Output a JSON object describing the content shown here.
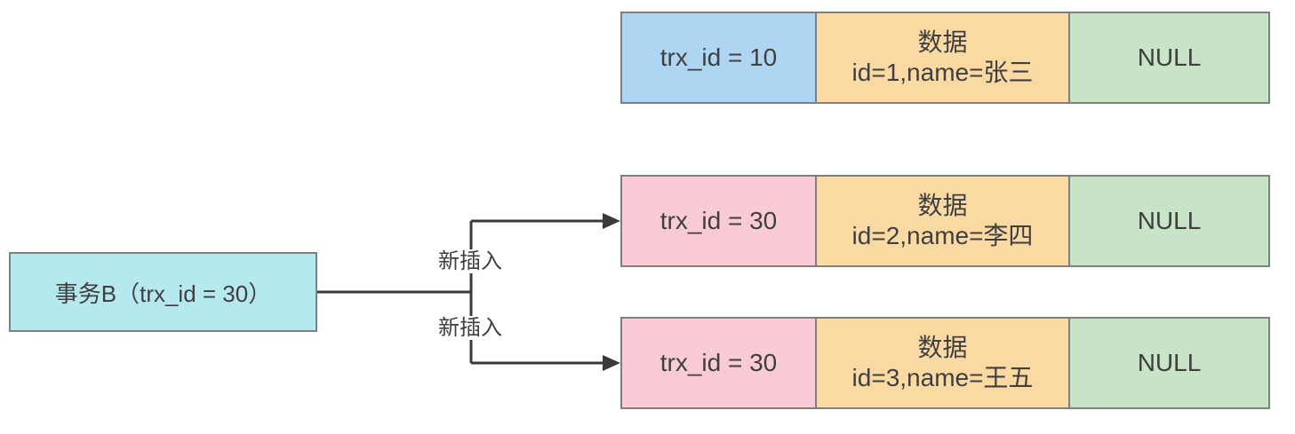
{
  "transaction_box": {
    "label": "事务B（trx_id = 30）"
  },
  "arrow_labels": {
    "top": "新插入",
    "bottom": "新插入"
  },
  "rows": [
    {
      "trx_id": "trx_id = 10",
      "data_title": "数据",
      "data_value": "id=1,name=张三",
      "roll_pointer": "NULL"
    },
    {
      "trx_id": "trx_id = 30",
      "data_title": "数据",
      "data_value": "id=2,name=李四",
      "roll_pointer": "NULL"
    },
    {
      "trx_id": "trx_id = 30",
      "data_title": "数据",
      "data_value": "id=3,name=王五",
      "roll_pointer": "NULL"
    }
  ],
  "colors": {
    "trx_blue": "#aed5f2",
    "trx_pink": "#f9cbd5",
    "data_orange": "#fbd9a3",
    "null_green": "#c8e4c6",
    "transaction_cyan": "#b5e8ef",
    "border_gray": "#7f7f7f",
    "line_dark": "#3a3a3a",
    "text_dark": "#3f3f3f"
  }
}
